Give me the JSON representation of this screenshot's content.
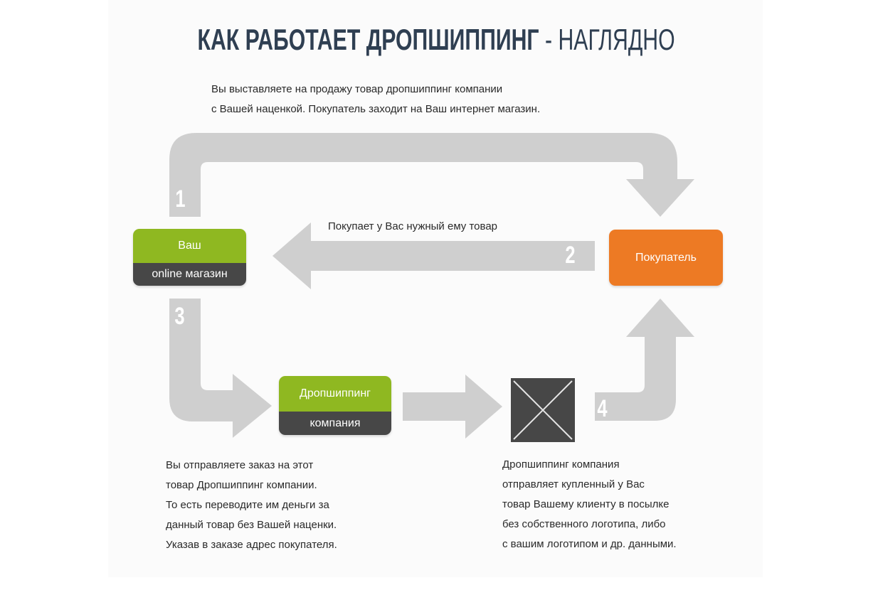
{
  "title": {
    "bold": "КАК РАБОТАЕТ ДРОПШИППИНГ",
    "light": "- НАГЛЯДНО"
  },
  "intro_text": [
    "Вы выставляете на продажу товар дропшиппинг компании",
    "с Вашей наценкой. Покупатель заходит на Ваш интернет магазин."
  ],
  "buy_text": "Покупает у Вас нужный ему товар",
  "order_text": [
    "Вы отправляете заказ на этот",
    "товар Дропшиппинг компании.",
    "То есть переводите им деньги за",
    "данный товар без Вашей наценки.",
    "Указав в заказе адрес покупателя."
  ],
  "ship_text": [
    "Дропшиппинг компания",
    "отправляет купленный у Вас",
    "товар Вашему клиенту в посылке",
    "без собственного логотипа, либо",
    "с вашим логотипом и др. данными."
  ],
  "nodes": {
    "shop": {
      "top": "Ваш",
      "bottom": "online магазин"
    },
    "dropshipper": {
      "top": "Дропшиппинг",
      "bottom": "компания"
    },
    "buyer": "Покупатель"
  },
  "steps": [
    "1",
    "2",
    "3",
    "4"
  ],
  "package_icon": "package-icon",
  "colors": {
    "green": "#8fb821",
    "dark": "#474747",
    "orange": "#ed7a24",
    "arrow": "#cfcfcf",
    "title": "#2f3f52"
  }
}
